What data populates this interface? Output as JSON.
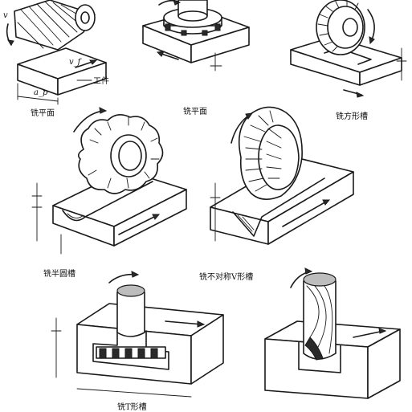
{
  "panels": [
    {
      "id": "face-mill-plane",
      "caption": "铣平面",
      "symbols": [
        "v",
        "v_f",
        "a_p"
      ],
      "callout": "工件"
    },
    {
      "id": "end-mill-plane",
      "caption": "铣平面"
    },
    {
      "id": "square-groove",
      "caption": "铣方形槽"
    },
    {
      "id": "half-round-groove",
      "caption": "铣半圆槽"
    },
    {
      "id": "asym-v-groove",
      "caption": "铣不对称V形槽"
    },
    {
      "id": "t-slot",
      "caption": "铣T形槽"
    },
    {
      "id": "helical-end-mill",
      "caption": ""
    }
  ]
}
